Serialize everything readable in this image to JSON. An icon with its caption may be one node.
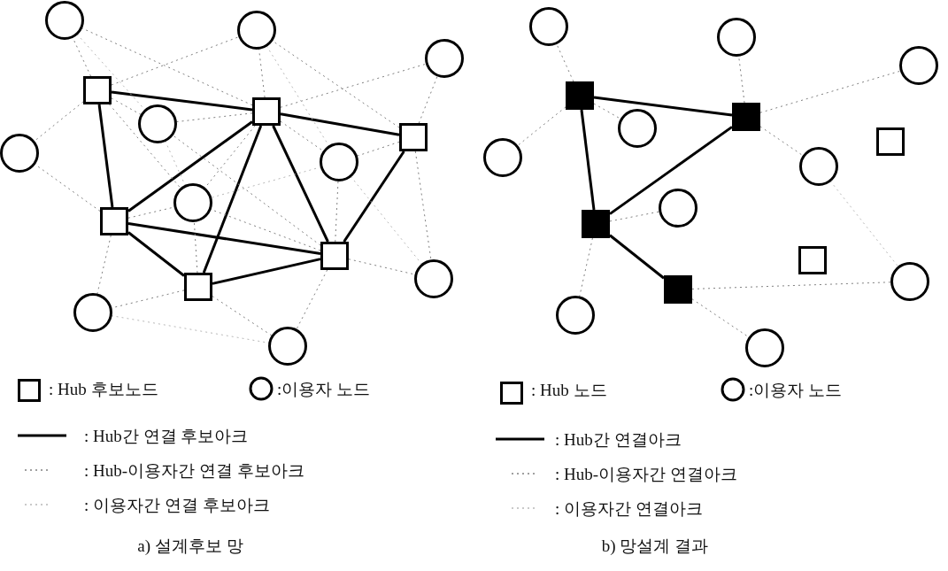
{
  "diagram": {
    "nodes": [
      {
        "text": [],
        "shape": "circle"
      },
      {
        "text": [],
        "shape": "circle"
      },
      {
        "text": [],
        "shape": "circle"
      },
      {
        "text": [],
        "shape": "box"
      },
      {
        "text": [],
        "shape": "box"
      },
      {
        "text": [],
        "shape": "circle"
      },
      {
        "text": [],
        "shape": "box"
      },
      {
        "text": [],
        "shape": "circle"
      },
      {
        "text": [],
        "shape": "circle"
      },
      {
        "text": [],
        "shape": "circle"
      },
      {
        "text": [],
        "shape": "box"
      },
      {
        "text": [],
        "shape": "box"
      },
      {
        "text": [],
        "shape": "circle"
      },
      {
        "text": [],
        "shape": "box"
      },
      {
        "text": [],
        "shape": "circle"
      },
      {
        "text": [],
        "shape": "circle"
      },
      {
        "text": [],
        "shape": "circle"
      },
      {
        "text": [],
        "shape": "circle"
      },
      {
        "text": [],
        "shape": "circle"
      },
      {
        "text": [],
        "shape": "box"
      },
      {
        "text": [],
        "shape": "box"
      },
      {
        "text": [],
        "shape": "circle"
      },
      {
        "text": [],
        "shape": "circle"
      },
      {
        "text": [],
        "shape": "box"
      },
      {
        "text": [],
        "shape": "circle"
      },
      {
        "text": [],
        "shape": "circle"
      },
      {
        "text": [],
        "shape": "box"
      },
      {
        "text": [],
        "shape": "box"
      },
      {
        "text": [],
        "shape": "circle"
      },
      {
        "text": [],
        "shape": "box"
      },
      {
        "text": [],
        "shape": "circle"
      },
      {
        "text": [],
        "shape": "circle"
      }
    ],
    "edges": [
      {
        "from": 3,
        "to": 4,
        "arrow": "none",
        "style": "thick",
        "color": "#000000"
      },
      {
        "from": 3,
        "to": 10,
        "arrow": "none",
        "style": "thick",
        "color": "#000000"
      },
      {
        "from": 4,
        "to": 6,
        "arrow": "none",
        "style": "thick",
        "color": "#000000"
      },
      {
        "from": 4,
        "to": 10,
        "arrow": "none",
        "style": "thick",
        "color": "#000000"
      },
      {
        "from": 4,
        "to": 13,
        "arrow": "none",
        "style": "thick",
        "color": "#000000"
      },
      {
        "from": 4,
        "to": 11,
        "arrow": "none",
        "style": "thick",
        "color": "#000000"
      },
      {
        "from": 6,
        "to": 11,
        "arrow": "none",
        "style": "thick",
        "color": "#000000"
      },
      {
        "from": 10,
        "to": 11,
        "arrow": "none",
        "style": "thick",
        "color": "#000000"
      },
      {
        "from": 10,
        "to": 13,
        "arrow": "none",
        "style": "thick",
        "color": "#000000"
      },
      {
        "from": 13,
        "to": 11,
        "arrow": "none",
        "style": "thick",
        "color": "#000000"
      },
      {
        "from": 3,
        "to": 0,
        "arrow": "none",
        "style": "dashed",
        "color": "#808080"
      },
      {
        "from": 4,
        "to": 0,
        "arrow": "none",
        "style": "dashed",
        "color": "#808080"
      },
      {
        "from": 3,
        "to": 1,
        "arrow": "none",
        "style": "dashed",
        "color": "#808080"
      },
      {
        "from": 4,
        "to": 1,
        "arrow": "none",
        "style": "dashed",
        "color": "#808080"
      },
      {
        "from": 6,
        "to": 1,
        "arrow": "none",
        "style": "dashed",
        "color": "#808080"
      },
      {
        "from": 6,
        "to": 2,
        "arrow": "none",
        "style": "dashed",
        "color": "#808080"
      },
      {
        "from": 4,
        "to": 2,
        "arrow": "none",
        "style": "dashed",
        "color": "#808080"
      },
      {
        "from": 3,
        "to": 5,
        "arrow": "none",
        "style": "dashed",
        "color": "#808080"
      },
      {
        "from": 4,
        "to": 5,
        "arrow": "none",
        "style": "dashed",
        "color": "#808080"
      },
      {
        "from": 11,
        "to": 5,
        "arrow": "none",
        "style": "dashed",
        "color": "#808080"
      },
      {
        "from": 3,
        "to": 7,
        "arrow": "none",
        "style": "dashed",
        "color": "#808080"
      },
      {
        "from": 10,
        "to": 7,
        "arrow": "none",
        "style": "dashed",
        "color": "#808080"
      },
      {
        "from": 4,
        "to": 8,
        "arrow": "none",
        "style": "dashed",
        "color": "#808080"
      },
      {
        "from": 6,
        "to": 8,
        "arrow": "none",
        "style": "dashed",
        "color": "#808080"
      },
      {
        "from": 11,
        "to": 8,
        "arrow": "none",
        "style": "dashed",
        "color": "#808080"
      },
      {
        "from": 3,
        "to": 9,
        "arrow": "none",
        "style": "dashed",
        "color": "#808080"
      },
      {
        "from": 4,
        "to": 9,
        "arrow": "none",
        "style": "dashed",
        "color": "#808080"
      },
      {
        "from": 10,
        "to": 9,
        "arrow": "none",
        "style": "dashed",
        "color": "#808080"
      },
      {
        "from": 11,
        "to": 9,
        "arrow": "none",
        "style": "dashed",
        "color": "#808080"
      },
      {
        "from": 13,
        "to": 9,
        "arrow": "none",
        "style": "dashed",
        "color": "#808080"
      },
      {
        "from": 6,
        "to": 12,
        "arrow": "none",
        "style": "dashed",
        "color": "#808080"
      },
      {
        "from": 11,
        "to": 12,
        "arrow": "none",
        "style": "dashed",
        "color": "#808080"
      },
      {
        "from": 10,
        "to": 14,
        "arrow": "none",
        "style": "dashed",
        "color": "#808080"
      },
      {
        "from": 13,
        "to": 14,
        "arrow": "none",
        "style": "dashed",
        "color": "#808080"
      },
      {
        "from": 13,
        "to": 15,
        "arrow": "none",
        "style": "dashed",
        "color": "#808080"
      },
      {
        "from": 11,
        "to": 15,
        "arrow": "none",
        "style": "dashed",
        "color": "#808080"
      },
      {
        "from": 0,
        "to": 5,
        "arrow": "none",
        "style": "dashed",
        "color": "#b8b8b8"
      },
      {
        "from": 1,
        "to": 8,
        "arrow": "none",
        "style": "dashed",
        "color": "#b8b8b8"
      },
      {
        "from": 5,
        "to": 9,
        "arrow": "none",
        "style": "dashed",
        "color": "#b8b8b8"
      },
      {
        "from": 8,
        "to": 9,
        "arrow": "none",
        "style": "dashed",
        "color": "#b8b8b8"
      },
      {
        "from": 8,
        "to": 12,
        "arrow": "none",
        "style": "dashed",
        "color": "#b8b8b8"
      },
      {
        "from": 14,
        "to": 15,
        "arrow": "none",
        "style": "dashed",
        "color": "#b8b8b8"
      },
      {
        "from": 19,
        "to": 20,
        "arrow": "none",
        "style": "thick",
        "color": "#000000"
      },
      {
        "from": 19,
        "to": 26,
        "arrow": "none",
        "style": "thick",
        "color": "#000000"
      },
      {
        "from": 20,
        "to": 26,
        "arrow": "none",
        "style": "thick",
        "color": "#000000"
      },
      {
        "from": 26,
        "to": 29,
        "arrow": "none",
        "style": "thick",
        "color": "#000000"
      },
      {
        "from": 19,
        "to": 16,
        "arrow": "none",
        "style": "dashed",
        "color": "#808080"
      },
      {
        "from": 19,
        "to": 22,
        "arrow": "none",
        "style": "dashed",
        "color": "#808080"
      },
      {
        "from": 19,
        "to": 21,
        "arrow": "none",
        "style": "dashed",
        "color": "#808080"
      },
      {
        "from": 20,
        "to": 17,
        "arrow": "none",
        "style": "dashed",
        "color": "#808080"
      },
      {
        "from": 20,
        "to": 24,
        "arrow": "none",
        "style": "dashed",
        "color": "#808080"
      },
      {
        "from": 20,
        "to": 18,
        "arrow": "none",
        "style": "dashed",
        "color": "#808080"
      },
      {
        "from": 26,
        "to": 25,
        "arrow": "none",
        "style": "dashed",
        "color": "#808080"
      },
      {
        "from": 26,
        "to": 30,
        "arrow": "none",
        "style": "dashed",
        "color": "#808080"
      },
      {
        "from": 29,
        "to": 31,
        "arrow": "none",
        "style": "dashed",
        "color": "#808080"
      },
      {
        "from": 29,
        "to": 28,
        "arrow": "none",
        "style": "dashed",
        "color": "#808080"
      },
      {
        "from": 24,
        "to": 28,
        "arrow": "none",
        "style": "dashed",
        "color": "#b8b8b8"
      }
    ],
    "labels": [
      "a) 설계후보 망",
      "b) 망설계 결과"
    ],
    "legend": [
      {
        "text": ": Hub 후보노드"
      },
      {
        "text": ":이용자 노드"
      },
      {
        "text": ": Hub간 연결 후보아크"
      },
      {
        "text": ": Hub-이용자간 연결 후보아크"
      },
      {
        "text": ": 이용자간 연결 후보아크"
      },
      {
        "text": ": Hub 노드"
      },
      {
        "text": ":이용자 노드"
      },
      {
        "text": ": Hub간 연결아크"
      },
      {
        "text": ": Hub-이용자간 연결아크"
      },
      {
        "text": ": 이용자간 연결아크"
      }
    ]
  }
}
